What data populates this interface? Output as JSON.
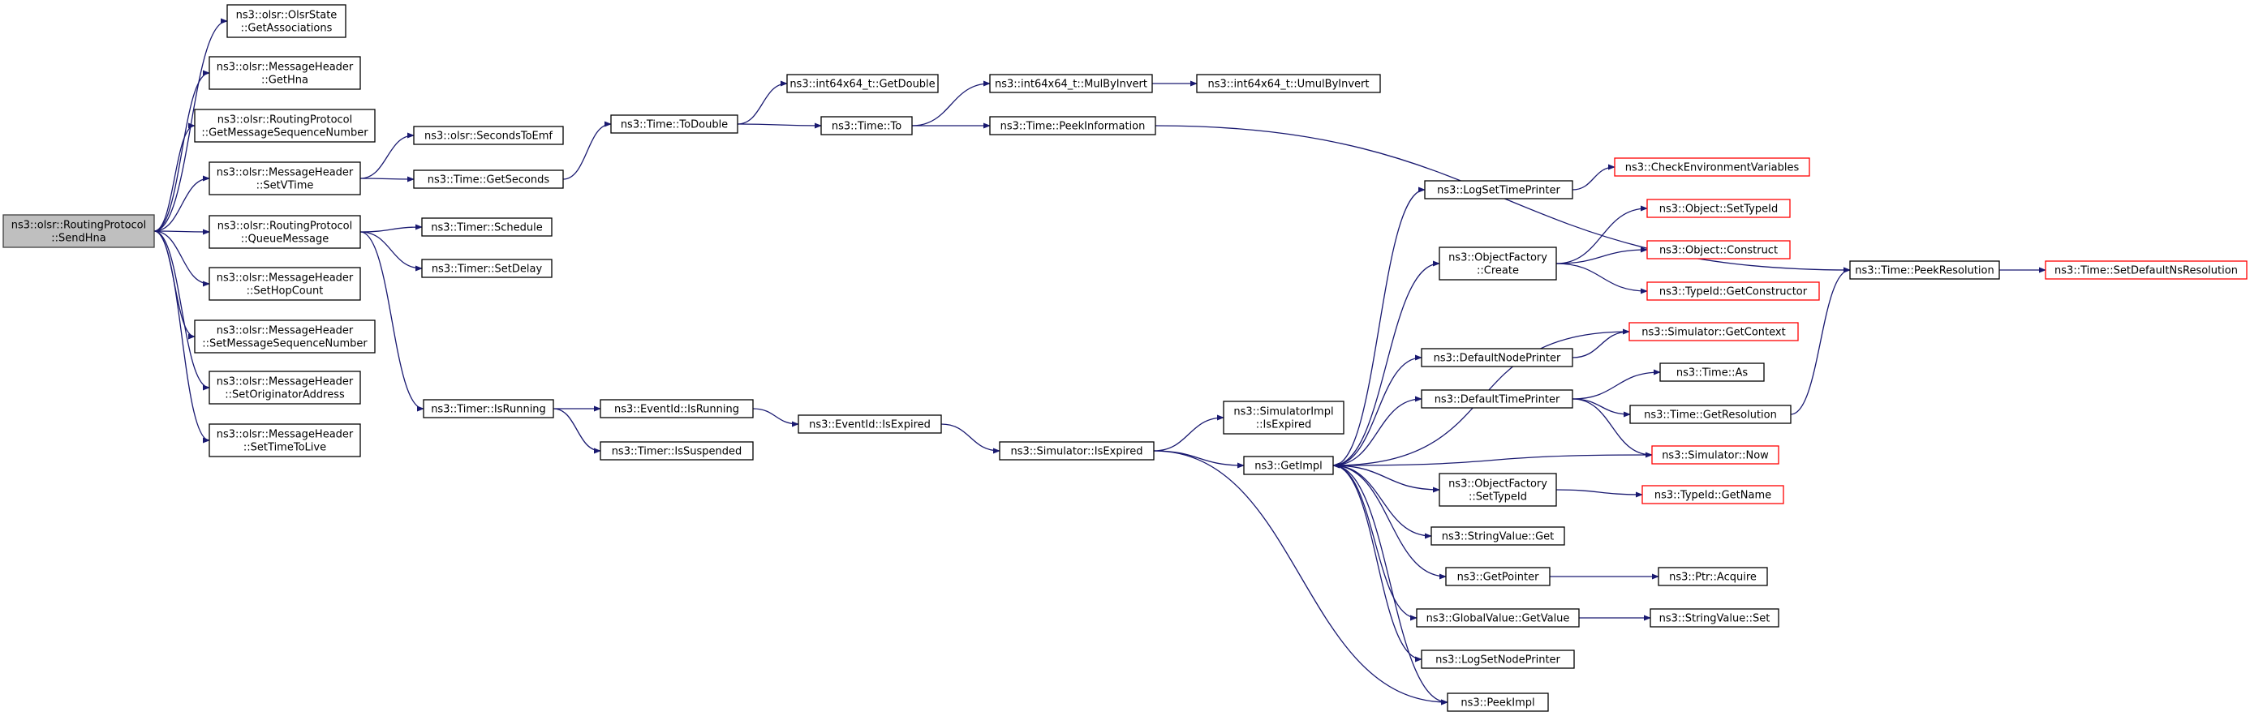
{
  "colors": {
    "edge": "#191970",
    "root_fill": "#bfbfbf",
    "truncated_border": "#ff0000",
    "node_border": "#000000"
  },
  "nodes": [
    {
      "id": "n0",
      "lines": [
        "ns3::olsr::RoutingProtocol",
        "::SendHna"
      ],
      "kind": "root"
    },
    {
      "id": "n1",
      "lines": [
        "ns3::olsr::OlsrState",
        "::GetAssociations"
      ],
      "kind": "normal"
    },
    {
      "id": "n2",
      "lines": [
        "ns3::olsr::MessageHeader",
        "::GetHna"
      ],
      "kind": "normal"
    },
    {
      "id": "n3",
      "lines": [
        "ns3::olsr::RoutingProtocol",
        "::GetMessageSequenceNumber"
      ],
      "kind": "normal"
    },
    {
      "id": "n4",
      "lines": [
        "ns3::olsr::MessageHeader",
        "::SetVTime"
      ],
      "kind": "normal"
    },
    {
      "id": "n5",
      "lines": [
        "ns3::olsr::RoutingProtocol",
        "::QueueMessage"
      ],
      "kind": "normal"
    },
    {
      "id": "n6",
      "lines": [
        "ns3::olsr::MessageHeader",
        "::SetHopCount"
      ],
      "kind": "normal"
    },
    {
      "id": "n7",
      "lines": [
        "ns3::olsr::MessageHeader",
        "::SetMessageSequenceNumber"
      ],
      "kind": "normal"
    },
    {
      "id": "n8",
      "lines": [
        "ns3::olsr::MessageHeader",
        "::SetOriginatorAddress"
      ],
      "kind": "normal"
    },
    {
      "id": "n9",
      "lines": [
        "ns3::olsr::MessageHeader",
        "::SetTimeToLive"
      ],
      "kind": "normal"
    },
    {
      "id": "n10",
      "lines": [
        "ns3::olsr::SecondsToEmf"
      ],
      "kind": "normal"
    },
    {
      "id": "n11",
      "lines": [
        "ns3::Time::GetSeconds"
      ],
      "kind": "normal"
    },
    {
      "id": "n12",
      "lines": [
        "ns3::Time::ToDouble"
      ],
      "kind": "normal"
    },
    {
      "id": "n13",
      "lines": [
        "ns3::int64x64_t::GetDouble"
      ],
      "kind": "normal"
    },
    {
      "id": "n14",
      "lines": [
        "ns3::Time::To"
      ],
      "kind": "normal"
    },
    {
      "id": "n15",
      "lines": [
        "ns3::int64x64_t::MulByInvert"
      ],
      "kind": "normal"
    },
    {
      "id": "n16",
      "lines": [
        "ns3::int64x64_t::UmulByInvert"
      ],
      "kind": "normal"
    },
    {
      "id": "n17",
      "lines": [
        "ns3::Time::PeekInformation"
      ],
      "kind": "normal"
    },
    {
      "id": "n18",
      "lines": [
        "ns3::Timer::Schedule"
      ],
      "kind": "normal"
    },
    {
      "id": "n19",
      "lines": [
        "ns3::Timer::SetDelay"
      ],
      "kind": "normal"
    },
    {
      "id": "n20",
      "lines": [
        "ns3::Timer::IsRunning"
      ],
      "kind": "normal"
    },
    {
      "id": "n21",
      "lines": [
        "ns3::EventId::IsRunning"
      ],
      "kind": "normal"
    },
    {
      "id": "n22",
      "lines": [
        "ns3::Timer::IsSuspended"
      ],
      "kind": "normal"
    },
    {
      "id": "n23",
      "lines": [
        "ns3::EventId::IsExpired"
      ],
      "kind": "normal"
    },
    {
      "id": "n24",
      "lines": [
        "ns3::Simulator::IsExpired"
      ],
      "kind": "normal"
    },
    {
      "id": "n25",
      "lines": [
        "ns3::SimulatorImpl",
        "::IsExpired"
      ],
      "kind": "normal"
    },
    {
      "id": "n26",
      "lines": [
        "ns3::GetImpl"
      ],
      "kind": "normal"
    },
    {
      "id": "n27",
      "lines": [
        "ns3::LogSetTimePrinter"
      ],
      "kind": "normal"
    },
    {
      "id": "n28",
      "lines": [
        "ns3::CheckEnvironmentVariables"
      ],
      "kind": "truncated"
    },
    {
      "id": "n29",
      "lines": [
        "ns3::ObjectFactory",
        "::Create"
      ],
      "kind": "normal"
    },
    {
      "id": "n30",
      "lines": [
        "ns3::Object::SetTypeId"
      ],
      "kind": "truncated"
    },
    {
      "id": "n31",
      "lines": [
        "ns3::Object::Construct"
      ],
      "kind": "truncated"
    },
    {
      "id": "n32",
      "lines": [
        "ns3::TypeId::GetConstructor"
      ],
      "kind": "truncated"
    },
    {
      "id": "n33",
      "lines": [
        "ns3::DefaultNodePrinter"
      ],
      "kind": "normal"
    },
    {
      "id": "n34",
      "lines": [
        "ns3::Simulator::GetContext"
      ],
      "kind": "truncated"
    },
    {
      "id": "n35",
      "lines": [
        "ns3::DefaultTimePrinter"
      ],
      "kind": "normal"
    },
    {
      "id": "n36",
      "lines": [
        "ns3::Time::As"
      ],
      "kind": "normal"
    },
    {
      "id": "n37",
      "lines": [
        "ns3::Time::GetResolution"
      ],
      "kind": "normal"
    },
    {
      "id": "n38",
      "lines": [
        "ns3::Simulator::Now"
      ],
      "kind": "truncated"
    },
    {
      "id": "n39",
      "lines": [
        "ns3::ObjectFactory",
        "::SetTypeId"
      ],
      "kind": "normal"
    },
    {
      "id": "n40",
      "lines": [
        "ns3::TypeId::GetName"
      ],
      "kind": "truncated"
    },
    {
      "id": "n41",
      "lines": [
        "ns3::StringValue::Get"
      ],
      "kind": "normal"
    },
    {
      "id": "n42",
      "lines": [
        "ns3::GetPointer"
      ],
      "kind": "normal"
    },
    {
      "id": "n43",
      "lines": [
        "ns3::Ptr::Acquire"
      ],
      "kind": "normal"
    },
    {
      "id": "n44",
      "lines": [
        "ns3::GlobalValue::GetValue"
      ],
      "kind": "normal"
    },
    {
      "id": "n45",
      "lines": [
        "ns3::StringValue::Set"
      ],
      "kind": "normal"
    },
    {
      "id": "n46",
      "lines": [
        "ns3::LogSetNodePrinter"
      ],
      "kind": "normal"
    },
    {
      "id": "n47",
      "lines": [
        "ns3::PeekImpl"
      ],
      "kind": "normal"
    },
    {
      "id": "n48",
      "lines": [
        "ns3::Time::PeekResolution"
      ],
      "kind": "normal"
    },
    {
      "id": "n49",
      "lines": [
        "ns3::Time::SetDefaultNsResolution"
      ],
      "kind": "truncated"
    }
  ],
  "edges": [
    [
      "n0",
      "n1"
    ],
    [
      "n0",
      "n2"
    ],
    [
      "n0",
      "n3"
    ],
    [
      "n0",
      "n4"
    ],
    [
      "n0",
      "n5"
    ],
    [
      "n0",
      "n6"
    ],
    [
      "n0",
      "n7"
    ],
    [
      "n0",
      "n8"
    ],
    [
      "n0",
      "n9"
    ],
    [
      "n4",
      "n10"
    ],
    [
      "n4",
      "n11"
    ],
    [
      "n11",
      "n12"
    ],
    [
      "n12",
      "n13"
    ],
    [
      "n12",
      "n14"
    ],
    [
      "n14",
      "n15"
    ],
    [
      "n15",
      "n16"
    ],
    [
      "n14",
      "n17"
    ],
    [
      "n17",
      "n48"
    ],
    [
      "n48",
      "n49"
    ],
    [
      "n5",
      "n18"
    ],
    [
      "n5",
      "n19"
    ],
    [
      "n5",
      "n20"
    ],
    [
      "n20",
      "n21"
    ],
    [
      "n20",
      "n22"
    ],
    [
      "n21",
      "n23"
    ],
    [
      "n23",
      "n24"
    ],
    [
      "n24",
      "n25"
    ],
    [
      "n24",
      "n26"
    ],
    [
      "n24",
      "n47"
    ],
    [
      "n26",
      "n27"
    ],
    [
      "n27",
      "n28"
    ],
    [
      "n26",
      "n29"
    ],
    [
      "n29",
      "n30"
    ],
    [
      "n29",
      "n31"
    ],
    [
      "n29",
      "n32"
    ],
    [
      "n26",
      "n33"
    ],
    [
      "n33",
      "n34"
    ],
    [
      "n34",
      "n26"
    ],
    [
      "n26",
      "n35"
    ],
    [
      "n35",
      "n36"
    ],
    [
      "n35",
      "n37"
    ],
    [
      "n35",
      "n38"
    ],
    [
      "n38",
      "n26"
    ],
    [
      "n37",
      "n48"
    ],
    [
      "n26",
      "n39"
    ],
    [
      "n39",
      "n40"
    ],
    [
      "n26",
      "n41"
    ],
    [
      "n26",
      "n42"
    ],
    [
      "n42",
      "n43"
    ],
    [
      "n26",
      "n44"
    ],
    [
      "n44",
      "n45"
    ],
    [
      "n26",
      "n46"
    ],
    [
      "n26",
      "n47"
    ]
  ]
}
